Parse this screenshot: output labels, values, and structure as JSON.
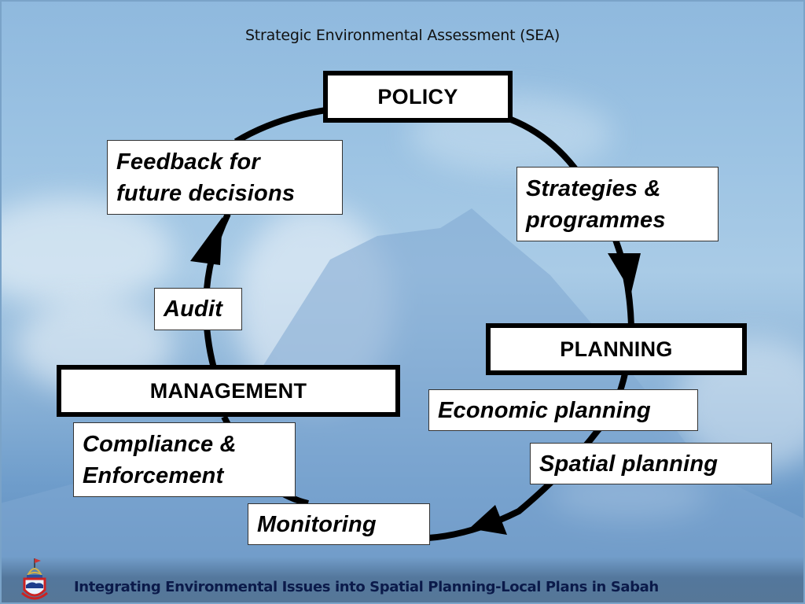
{
  "slide": {
    "title": "Strategic Environmental Assessment (SEA)",
    "footer": "Integrating Environmental Issues into Spatial Planning-Local Plans in Sabah",
    "logo_icon": "sabah-state-crest-icon"
  },
  "cycle": {
    "direction": "clockwise",
    "stages": [
      {
        "id": "policy",
        "label": "POLICY"
      },
      {
        "id": "planning",
        "label": "PLANNING"
      },
      {
        "id": "management",
        "label": "MANAGEMENT"
      }
    ],
    "steps": [
      {
        "id": "strategies",
        "line1": "Strategies &",
        "line2": "programmes"
      },
      {
        "id": "economic",
        "label": "Economic planning"
      },
      {
        "id": "spatial",
        "label": "Spatial planning"
      },
      {
        "id": "monitoring",
        "label": "Monitoring"
      },
      {
        "id": "compliance",
        "line1": "Compliance &",
        "line2": "Enforcement"
      },
      {
        "id": "audit",
        "label": "Audit"
      },
      {
        "id": "feedback",
        "line1": "Feedback for",
        "line2": "future decisions"
      }
    ],
    "arrows": [
      {
        "from": "strategies",
        "to": "planning",
        "icon": "arrowhead-down-icon"
      },
      {
        "from": "spatial",
        "to": "monitoring",
        "icon": "arrowhead-left-icon"
      },
      {
        "from": "audit",
        "to": "feedback",
        "icon": "arrowhead-up-icon"
      }
    ]
  },
  "colors": {
    "sky_top": "#8fb9de",
    "sky_bottom": "#5b88b8",
    "footer_text": "#0b1a4a",
    "box_fill": "#ffffff",
    "line": "#000000"
  }
}
